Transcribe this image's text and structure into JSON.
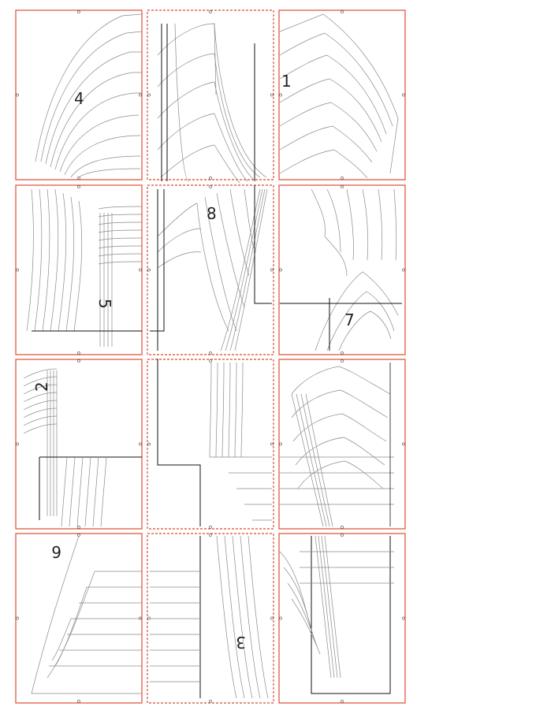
{
  "colors": {
    "tile_border": "#e0674f",
    "ink": "#222222",
    "line": "#8a8a8a",
    "heavy": "#111111"
  },
  "pieces": {
    "p1": "1",
    "p2": "2",
    "p3": "3",
    "p4": "4",
    "p5": "5",
    "p6": "6",
    "p7": "7",
    "p8": "8"
  },
  "layout": {
    "rows": 4,
    "cols": 3
  }
}
